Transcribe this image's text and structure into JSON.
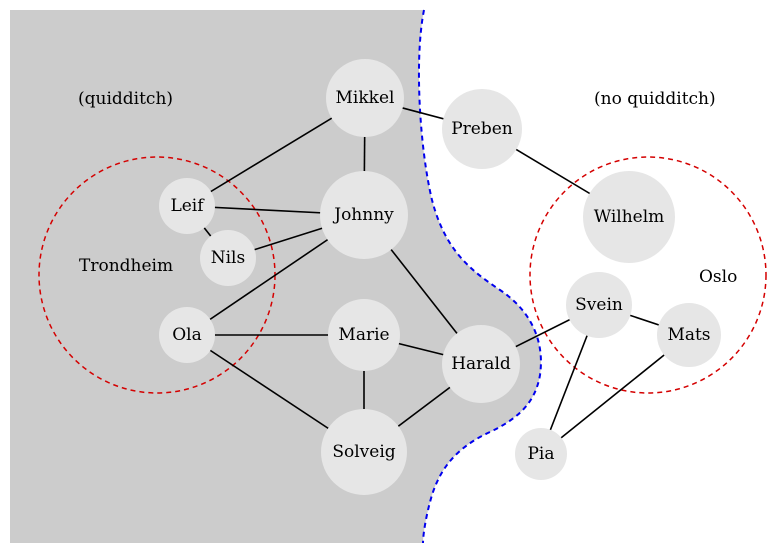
{
  "regions": {
    "left_label": "(quidditch)",
    "right_label": "(no quidditch)",
    "left_fill": "#cccccc",
    "boundary_color": "#0000ee"
  },
  "clusters": [
    {
      "id": "trondheim",
      "label": "Trondheim",
      "color": "#d40000"
    },
    {
      "id": "oslo",
      "label": "Oslo",
      "color": "#d40000"
    }
  ],
  "nodes": [
    {
      "id": "mikkel",
      "label": "Mikkel"
    },
    {
      "id": "preben",
      "label": "Preben"
    },
    {
      "id": "leif",
      "label": "Leif"
    },
    {
      "id": "johnny",
      "label": "Johnny"
    },
    {
      "id": "nils",
      "label": "Nils"
    },
    {
      "id": "wilhelm",
      "label": "Wilhelm"
    },
    {
      "id": "ola",
      "label": "Ola"
    },
    {
      "id": "marie",
      "label": "Marie"
    },
    {
      "id": "svein",
      "label": "Svein"
    },
    {
      "id": "mats",
      "label": "Mats"
    },
    {
      "id": "harald",
      "label": "Harald"
    },
    {
      "id": "solveig",
      "label": "Solveig"
    },
    {
      "id": "pia",
      "label": "Pia"
    }
  ],
  "node_fill": "#e6e6e6",
  "edges": [
    [
      "mikkel",
      "preben"
    ],
    [
      "mikkel",
      "leif"
    ],
    [
      "mikkel",
      "johnny"
    ],
    [
      "preben",
      "wilhelm"
    ],
    [
      "leif",
      "nils"
    ],
    [
      "leif",
      "johnny"
    ],
    [
      "nils",
      "johnny"
    ],
    [
      "ola",
      "johnny"
    ],
    [
      "johnny",
      "harald"
    ],
    [
      "ola",
      "marie"
    ],
    [
      "ola",
      "solveig"
    ],
    [
      "marie",
      "harald"
    ],
    [
      "marie",
      "solveig"
    ],
    [
      "solveig",
      "harald"
    ],
    [
      "harald",
      "svein"
    ],
    [
      "svein",
      "mats"
    ],
    [
      "svein",
      "pia"
    ],
    [
      "mats",
      "pia"
    ]
  ]
}
